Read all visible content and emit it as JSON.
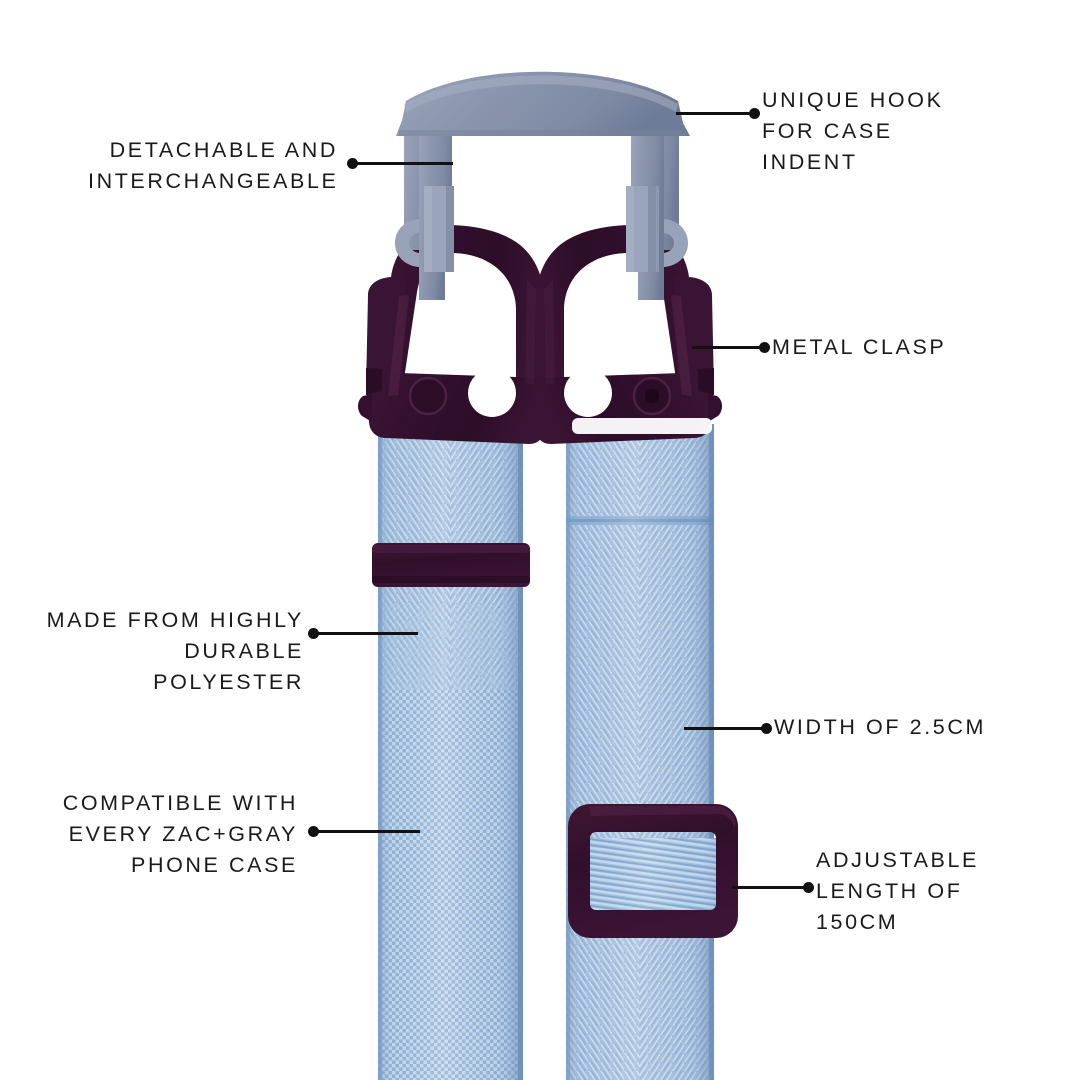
{
  "background": "#ffffff",
  "palette": {
    "webbing_light": "#c3d6ea",
    "webbing_mid": "#a5c0de",
    "webbing_dark": "#8aabd0",
    "webbing_shadow": "#7d9cc4",
    "hook_light": "#98a2b8",
    "hook_mid": "#848fa8",
    "hook_dark": "#6f7a93",
    "clasp_dark": "#33102e",
    "clasp_mid": "#441a3c",
    "clasp_light": "#55264a",
    "text": "#1a1a1a",
    "leader_line": "#111111"
  },
  "product": {
    "name": "phone case lanyard strap",
    "parts": [
      {
        "name": "case-hook",
        "color": "#848fa8"
      },
      {
        "name": "metal-clasp-left",
        "color": "#33102e"
      },
      {
        "name": "metal-clasp-right",
        "color": "#33102e"
      },
      {
        "name": "webbing-strap-left",
        "color": "#a5c0de"
      },
      {
        "name": "webbing-strap-right",
        "color": "#a5c0de"
      },
      {
        "name": "keeper-loop",
        "color": "#33102e"
      },
      {
        "name": "slider-buckle",
        "color": "#33102e"
      }
    ]
  },
  "annotations": [
    {
      "id": "unique-hook",
      "text": "UNIQUE HOOK\nFOR CASE INDENT",
      "side": "right",
      "lines": [
        "UNIQUE HOOK",
        "FOR CASE INDENT"
      ]
    },
    {
      "id": "detachable",
      "text": "DETACHABLE AND\nINTERCHANGEABLE",
      "side": "left",
      "lines": [
        "DETACHABLE AND",
        "INTERCHANGEABLE"
      ]
    },
    {
      "id": "metal-clasp",
      "text": "METAL CLASP",
      "side": "right",
      "lines": [
        "METAL CLASP"
      ]
    },
    {
      "id": "polyester",
      "text": "MADE FROM HIGHLY\nDURABLE POLYESTER",
      "side": "left",
      "lines": [
        "MADE FROM HIGHLY",
        "DURABLE POLYESTER"
      ]
    },
    {
      "id": "compatible",
      "text": "COMPATIBLE WITH\nEVERY ZAC+GRAY\nPHONE CASE",
      "side": "left",
      "lines": [
        "COMPATIBLE WITH",
        "EVERY ZAC+GRAY",
        "PHONE CASE"
      ]
    },
    {
      "id": "width",
      "text": "WIDTH OF 2.5CM",
      "side": "right",
      "lines": [
        "WIDTH OF 2.5CM"
      ]
    },
    {
      "id": "adjustable",
      "text": "ADJUSTABLE\nLENGTH OF\n150CM",
      "side": "right",
      "lines": [
        "ADJUSTABLE",
        "LENGTH OF",
        "150CM"
      ]
    }
  ]
}
